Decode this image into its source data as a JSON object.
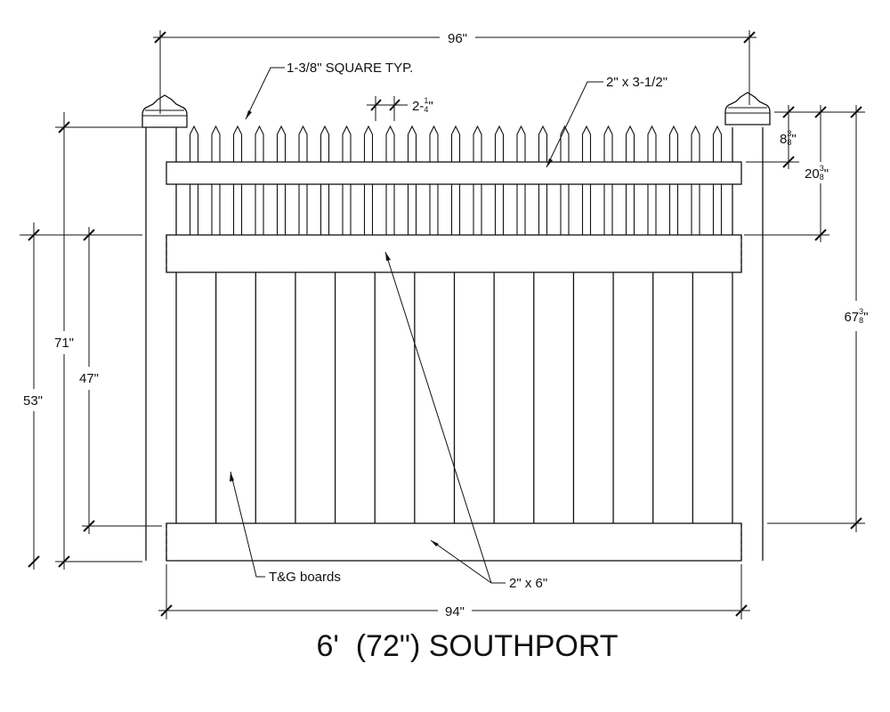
{
  "title": "6'  (72\") SOUTHPORT",
  "dimensions": {
    "overall_width": "96\"",
    "panel_width": "94\"",
    "post_height": "71\"",
    "bottom_to_mid_rail": "53\"",
    "board_height": "47\"",
    "right_overall": {
      "whole": "67",
      "num": "3",
      "den": "8",
      "unit": "\""
    },
    "top_picket": {
      "whole": "8",
      "num": "3",
      "den": "8",
      "unit": "\""
    },
    "picket_section": {
      "whole": "20",
      "num": "3",
      "den": "8",
      "unit": "\""
    },
    "picket_spacing": {
      "whole": "2-",
      "num": "1",
      "den": "4",
      "unit": "\""
    }
  },
  "callouts": {
    "picket_size": "1-3/8\" SQUARE TYP.",
    "top_rail": "2\" x 3-1/2\"",
    "tg_boards": "T&G boards",
    "rails": "2\" x 6\""
  },
  "components": {
    "picket_count": 25,
    "board_count": 14
  }
}
